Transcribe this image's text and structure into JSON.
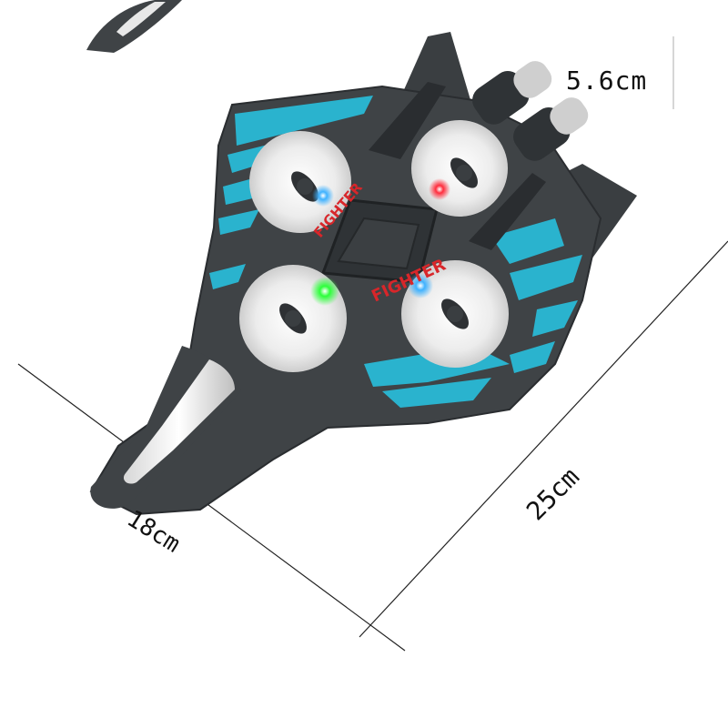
{
  "dimensions": {
    "height": "5.6cm",
    "width": "18cm",
    "length": "25cm"
  },
  "decal": {
    "upper": "FIGHTER",
    "lower": "FIGHTER"
  },
  "colors": {
    "body": "#3f4346",
    "body_dark": "#2a2d30",
    "camo": "#29b9d6",
    "propeller": "#e9e9e9",
    "nose_stripe": "#f2f2f2",
    "decal_red": "#d8262a",
    "led_green": "#2cff3a",
    "led_blue": "#3fb2ff",
    "led_red": "#ff2d3d"
  }
}
